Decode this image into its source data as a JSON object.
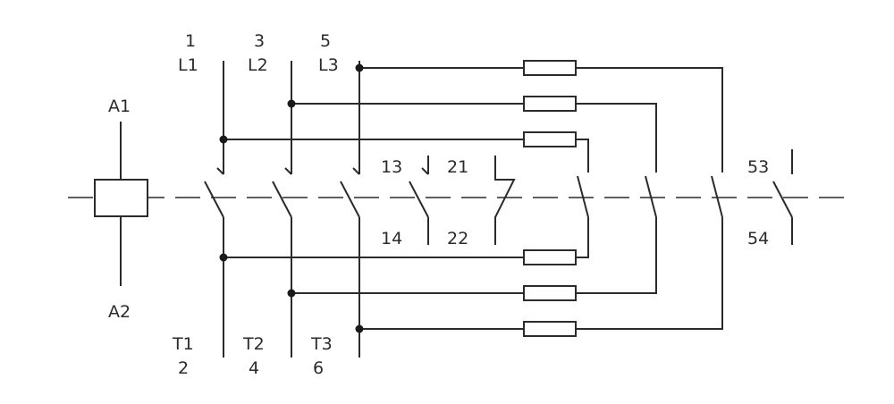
{
  "coil": {
    "top": "A1",
    "bottom": "A2"
  },
  "poles": [
    {
      "num_top": "1",
      "line": "L1",
      "load": "T1",
      "num_bottom": "2"
    },
    {
      "num_top": "3",
      "line": "L2",
      "load": "T2",
      "num_bottom": "4"
    },
    {
      "num_top": "5",
      "line": "L3",
      "load": "T3",
      "num_bottom": "6"
    }
  ],
  "aux": {
    "no1_top": "13",
    "no1_bottom": "14",
    "nc_top": "21",
    "nc_bottom": "22",
    "no2_top": "53",
    "no2_bottom": "54"
  }
}
